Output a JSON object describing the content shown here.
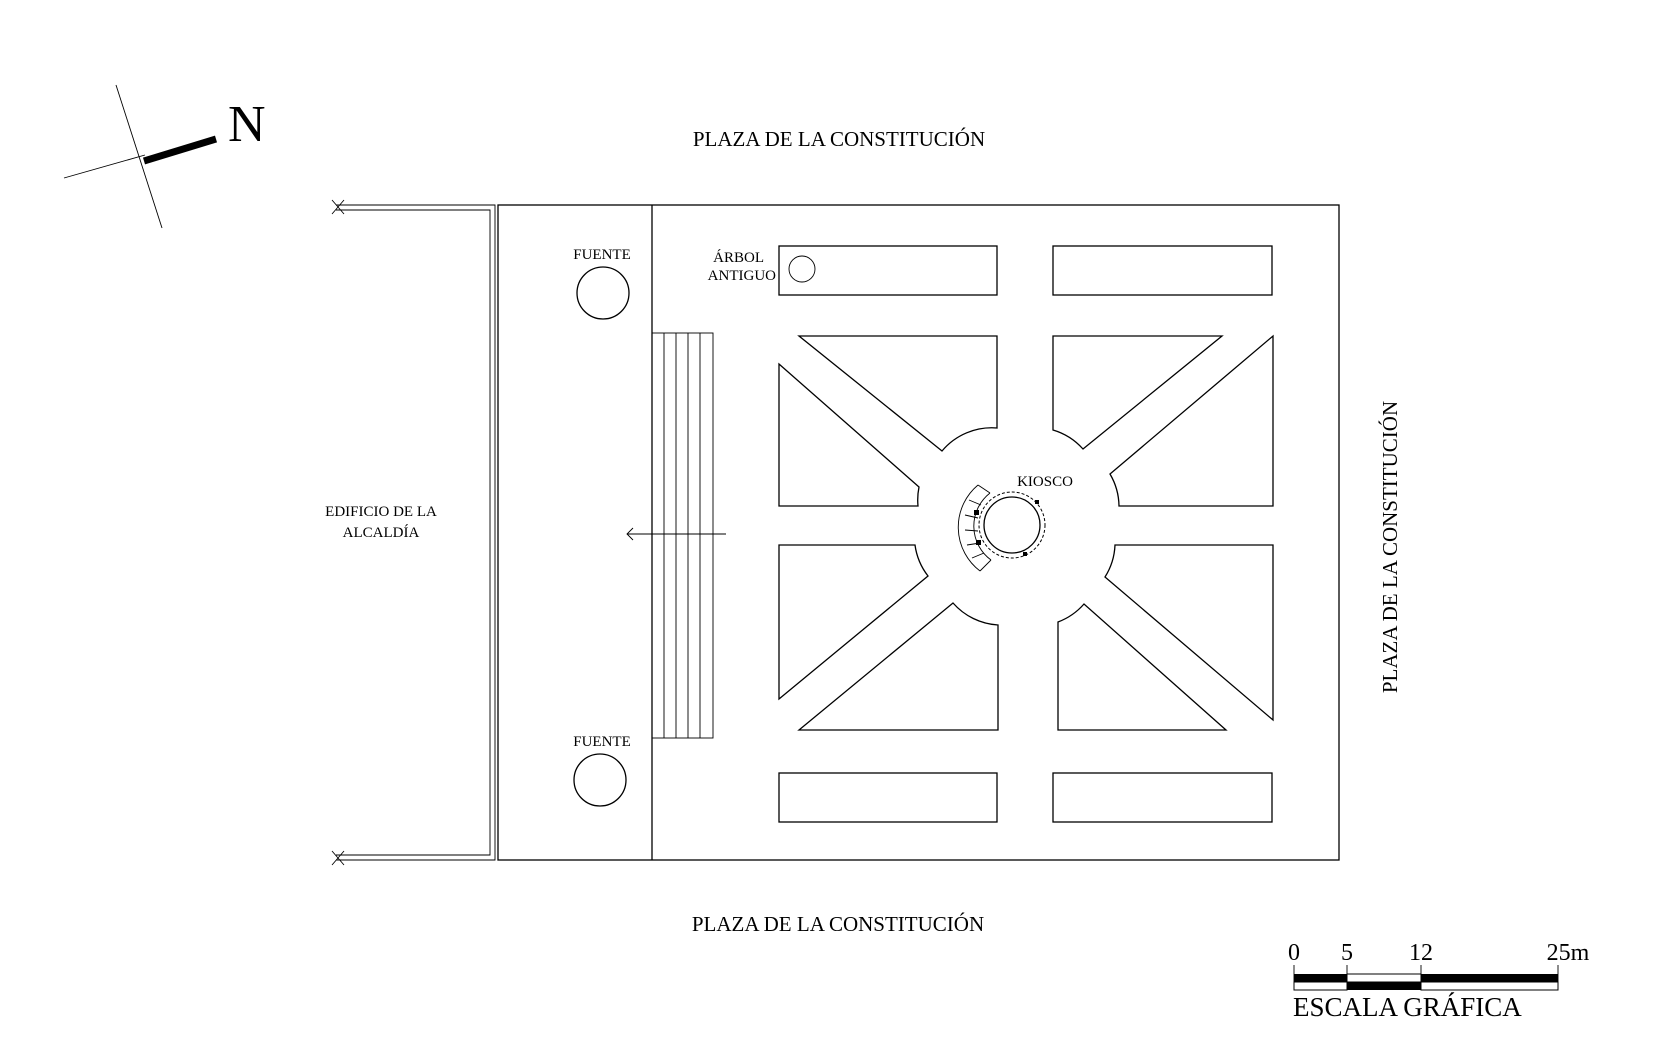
{
  "labels": {
    "north": "N",
    "plaza_top": "PLAZA DE LA CONSTITUCIÓN",
    "plaza_bottom": "PLAZA DE LA CONSTITUCIÓN",
    "plaza_right": "PLAZA DE LA CONSTITUCIÓN",
    "building_line1": "EDIFICIO DE LA",
    "building_line2": "ALCALDÍA",
    "fountain_top": "FUENTE",
    "fountain_bottom": "FUENTE",
    "tree_line1": "ÁRBOL",
    "tree_line2": "ANTIGUO",
    "kiosk": "KIOSCO"
  },
  "scale": {
    "title": "ESCALA GRÁFICA",
    "ticks": [
      "0",
      "5",
      "12",
      "25m"
    ]
  },
  "colors": {
    "line": "#000000",
    "background": "#ffffff"
  }
}
